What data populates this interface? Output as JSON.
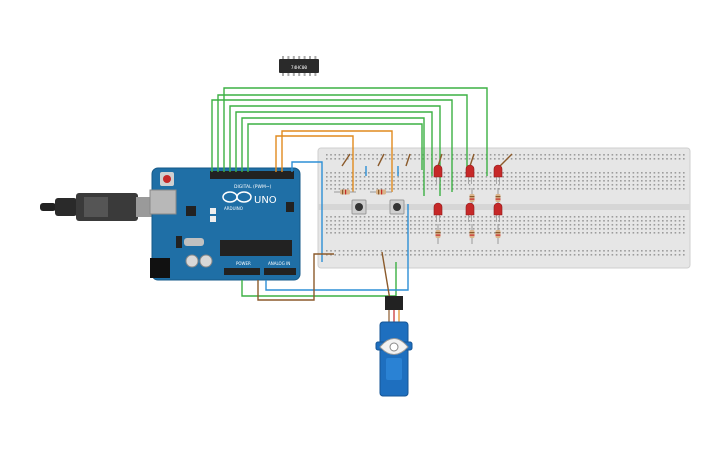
{
  "components": {
    "chip": {
      "label": "74HC00"
    },
    "arduino": {
      "model_label": "UNO",
      "brand_label": "ARDUINO",
      "digital_header_label": "DIGITAL (PWM~)",
      "analog_header_label": "ANALOG IN",
      "power_header_label": "POWER"
    }
  },
  "colors": {
    "wire_green": "#3cb043",
    "wire_orange": "#e08a1e",
    "wire_blue": "#2d8fd5",
    "wire_brown": "#8b5a2b",
    "arduino_board": "#1f6fa6",
    "breadboard": "#e6e6e6",
    "led_red": "#c62828",
    "servo_body": "#1e6fbf"
  }
}
